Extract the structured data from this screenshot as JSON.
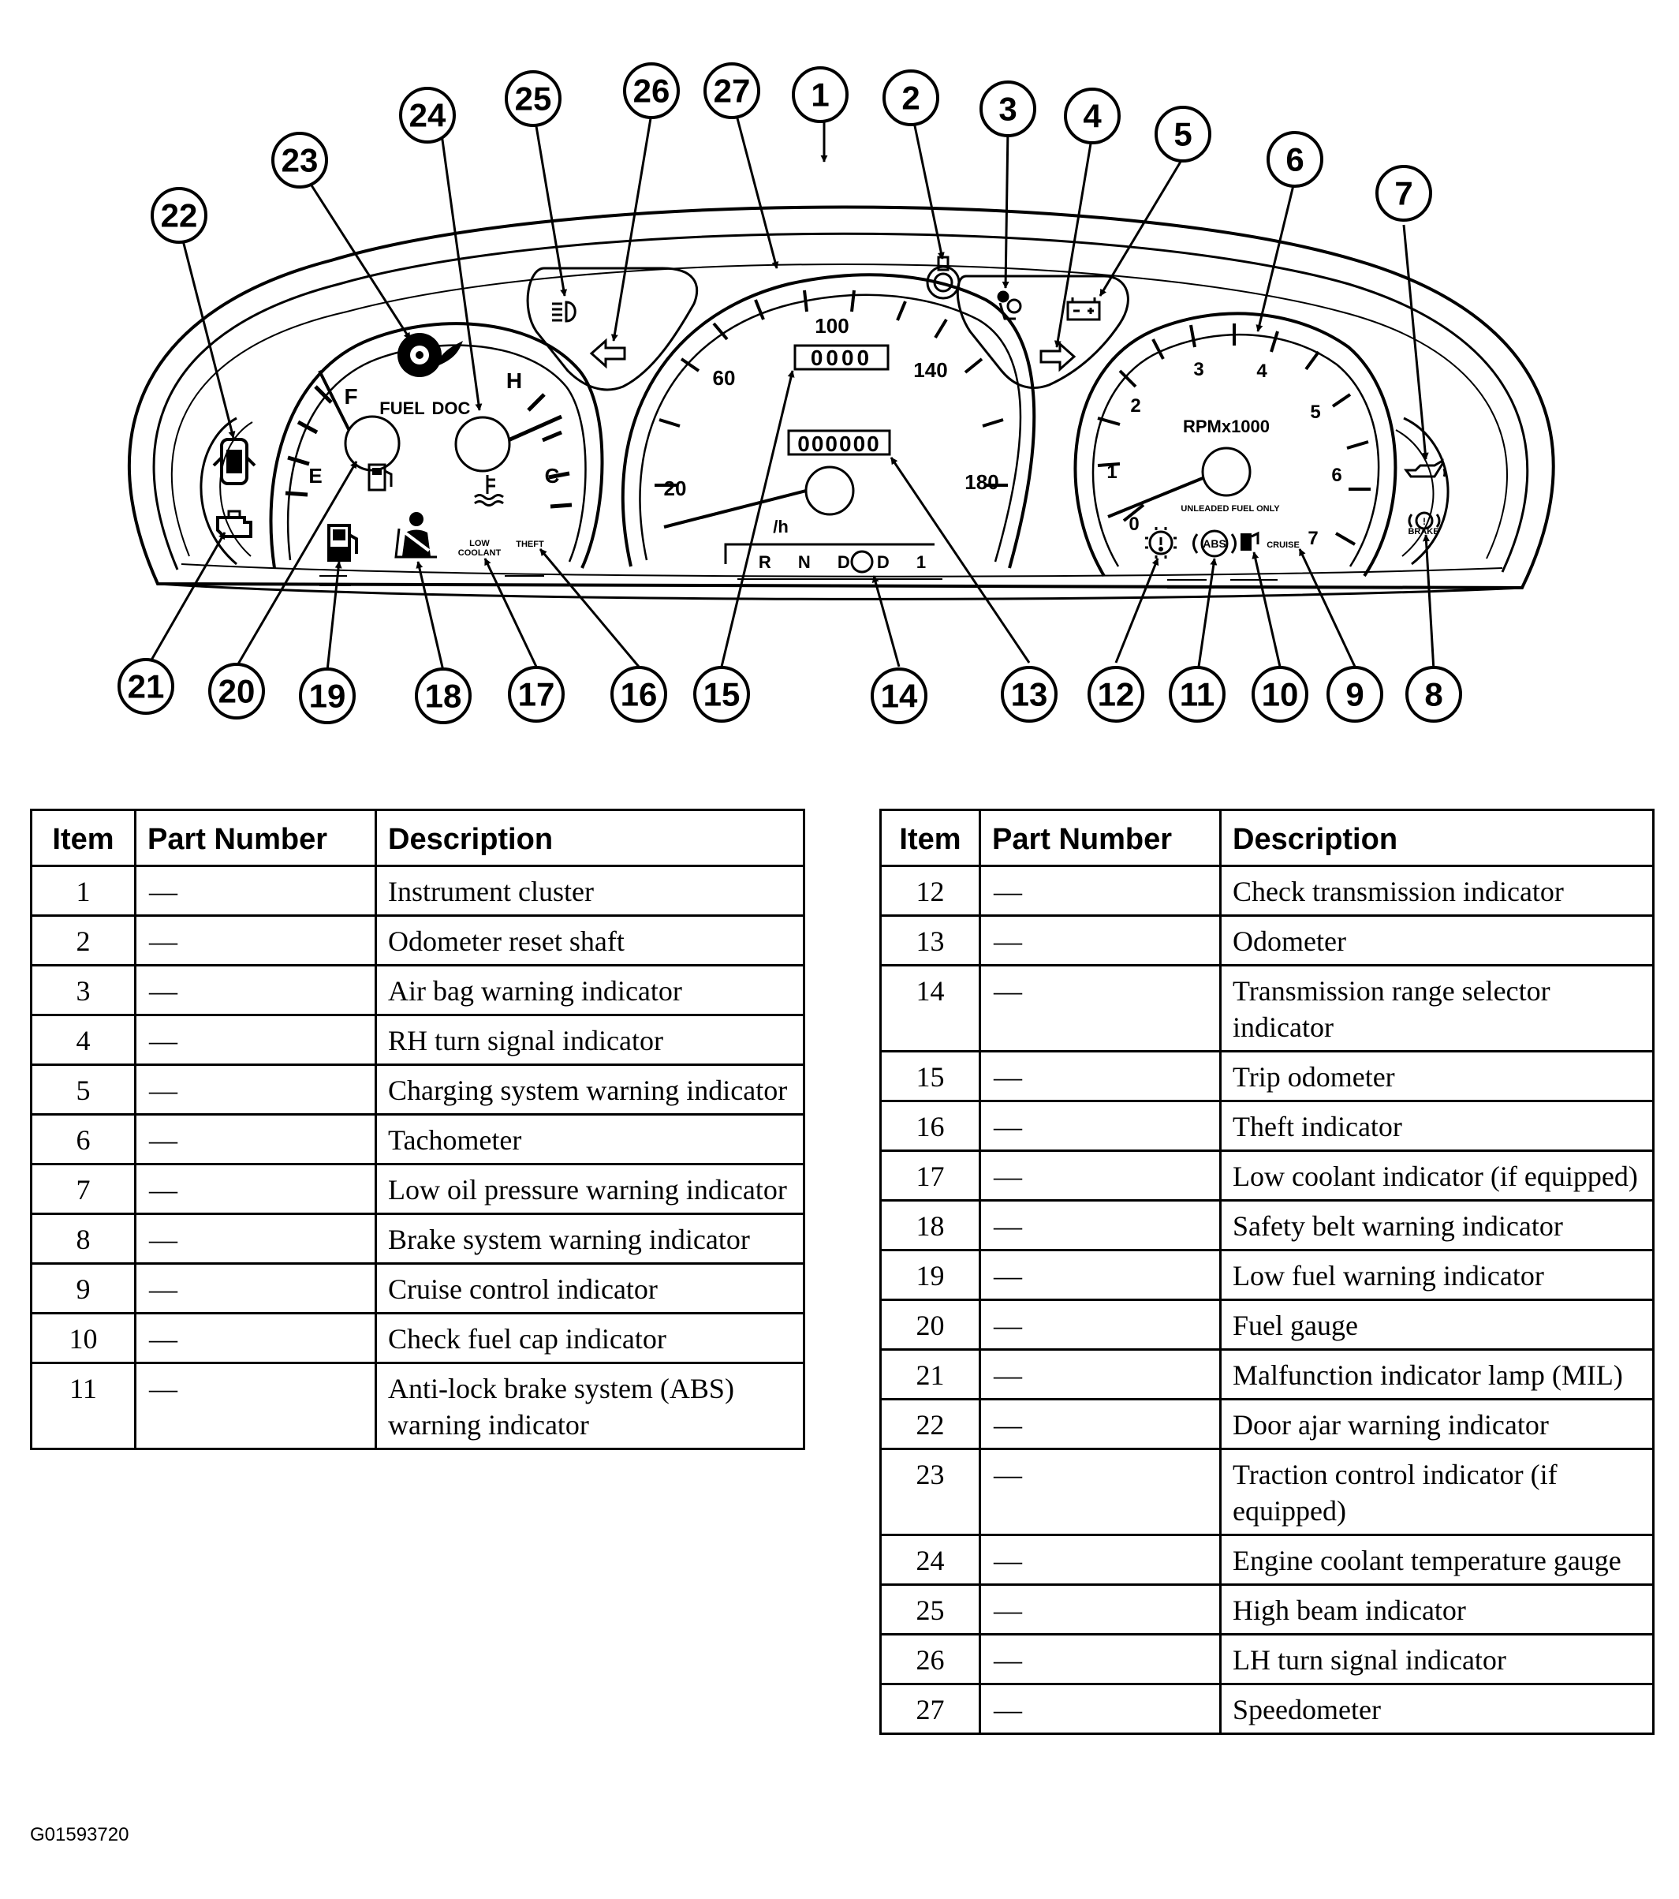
{
  "diagram": {
    "gauges": {
      "fuel": {
        "f": "F",
        "e": "E",
        "label": "FUEL",
        "label2": "DOC"
      },
      "temp": {
        "h": "H",
        "c": "C"
      },
      "speedo": {
        "ticks": [
          "20",
          "60",
          "100",
          "140",
          "180"
        ],
        "trip_display": "0000",
        "odometer_display": "000000",
        "unit": "/h",
        "prndl": "R N D D 1"
      },
      "tach": {
        "ticks": [
          "0",
          "1",
          "2",
          "3",
          "4",
          "5",
          "6",
          "7"
        ],
        "label": "RPMx1000",
        "sublabel": "UNLEADED FUEL ONLY"
      },
      "indicators": {
        "low_coolant_1": "LOW",
        "low_coolant_2": "COOLANT",
        "theft": "THEFT",
        "cruise": "CRUISE",
        "abs": "ABS",
        "brake": "BRAKE"
      }
    },
    "callouts": [
      "1",
      "2",
      "3",
      "4",
      "5",
      "6",
      "7",
      "8",
      "9",
      "10",
      "11",
      "12",
      "13",
      "14",
      "15",
      "16",
      "17",
      "18",
      "19",
      "20",
      "21",
      "22",
      "23",
      "24",
      "25",
      "26",
      "27"
    ]
  },
  "headers": {
    "item": "Item",
    "part_number": "Part Number",
    "description": "Description"
  },
  "table_left": [
    {
      "item": "1",
      "part": "—",
      "desc": "Instrument cluster"
    },
    {
      "item": "2",
      "part": "—",
      "desc": "Odometer reset shaft"
    },
    {
      "item": "3",
      "part": "—",
      "desc": "Air bag warning indicator"
    },
    {
      "item": "4",
      "part": "—",
      "desc": "RH turn signal indicator"
    },
    {
      "item": "5",
      "part": "—",
      "desc": "Charging system warning indicator"
    },
    {
      "item": "6",
      "part": "—",
      "desc": "Tachometer"
    },
    {
      "item": "7",
      "part": "—",
      "desc": "Low oil pressure warning indicator"
    },
    {
      "item": "8",
      "part": "—",
      "desc": "Brake system warning indicator"
    },
    {
      "item": "9",
      "part": "—",
      "desc": "Cruise control indicator"
    },
    {
      "item": "10",
      "part": "—",
      "desc": "Check fuel cap indicator"
    },
    {
      "item": "11",
      "part": "—",
      "desc": "Anti-lock brake system (ABS) warning indicator"
    }
  ],
  "table_right": [
    {
      "item": "12",
      "part": "—",
      "desc": "Check transmission indicator"
    },
    {
      "item": "13",
      "part": "—",
      "desc": "Odometer"
    },
    {
      "item": "14",
      "part": "—",
      "desc": "Transmission range selector indicator"
    },
    {
      "item": "15",
      "part": "—",
      "desc": "Trip odometer"
    },
    {
      "item": "16",
      "part": "—",
      "desc": "Theft indicator"
    },
    {
      "item": "17",
      "part": "—",
      "desc": "Low coolant indicator (if equipped)"
    },
    {
      "item": "18",
      "part": "—",
      "desc": "Safety belt warning indicator"
    },
    {
      "item": "19",
      "part": "—",
      "desc": "Low fuel warning indicator"
    },
    {
      "item": "20",
      "part": "—",
      "desc": "Fuel gauge"
    },
    {
      "item": "21",
      "part": "—",
      "desc": "Malfunction indicator lamp (MIL)"
    },
    {
      "item": "22",
      "part": "—",
      "desc": "Door ajar warning indicator"
    },
    {
      "item": "23",
      "part": "—",
      "desc": "Traction control indicator (if equipped)"
    },
    {
      "item": "24",
      "part": "—",
      "desc": "Engine coolant temperature gauge"
    },
    {
      "item": "25",
      "part": "—",
      "desc": "High beam indicator"
    },
    {
      "item": "26",
      "part": "—",
      "desc": "LH turn signal indicator"
    },
    {
      "item": "27",
      "part": "—",
      "desc": "Speedometer"
    }
  ],
  "figure_code": "G01593720"
}
